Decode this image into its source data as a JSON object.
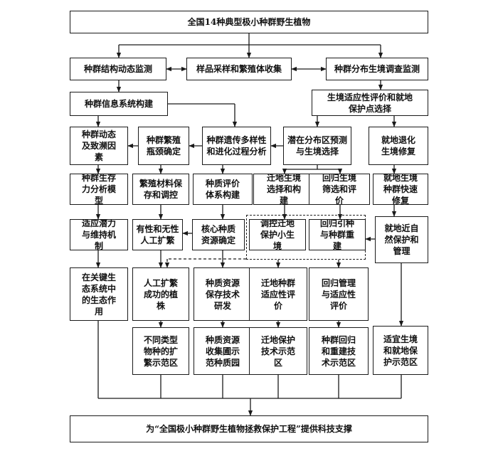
{
  "diagram": {
    "top": "全国14种典型极小种群野生植物",
    "row1": {
      "structure": "种群结构动态监测",
      "sampling": "样品采样和繁殖体收集",
      "distribution": "种群分布生境调查监测"
    },
    "row2": {
      "info_system": "种群信息系统构建",
      "habitat_eval": "生境适应性评价和就地保护点选择"
    },
    "row3": {
      "dynamics": "种群动态及致濒因素",
      "bottleneck": "种群繁殖瓶颈确定",
      "genetics": "种群遗传多样性和进化过程分析",
      "potential": "潜在分布区预测与生境选择",
      "degraded": "就地退化生境修复"
    },
    "row4": {
      "survival": "种群生存力分析模型",
      "propagation": "繁殖材料保存和调控",
      "germplasm_eval": "种质评价体系构建",
      "migration_site": "迁地生境选择和构建",
      "return_site": "回归生境筛选和评价",
      "habitat_restore": "就地生境种群快速修复"
    },
    "row5": {
      "adaptation": "适应潜力与维持机制",
      "artificial": "有性和无性人工扩繁",
      "core_germplasm": "核心种质资源确定",
      "micro_habitat": "调控迁地保护小生境",
      "reintroduction": "回归引种与种群重建",
      "near_natural": "就地近自然保护和管理"
    },
    "row6": {
      "key_ecology": "在关键生态系统中的生态作用",
      "success_plants": "人工扩繁成功的植株",
      "preservation_tech": "种质资源保存技术研发",
      "migration_eval": "迁地种群适应性评价",
      "return_mgmt": "回归管理与适应性评价"
    },
    "row7": {
      "demo_propagation": "不同类型物种的扩繁示范区",
      "demo_garden": "种质资源收集圃示范种质园",
      "demo_migration": "迁地保护技术示范区",
      "demo_return": "种群回归和重建技术示范区",
      "demo_inplace": "适宜生境和就地保护示范区"
    },
    "bottom": "为“全国极小种群野生植物拯救保护工程”提供科技支撑"
  }
}
